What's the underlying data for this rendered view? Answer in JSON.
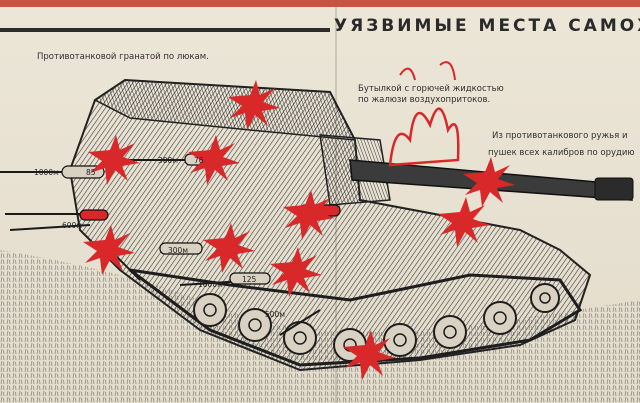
{
  "poster": {
    "title": "УЯЗВИМЫЕ  МЕСТА  САМОХ",
    "captions": {
      "grenade": "Противотанковой гранатой по люкам.",
      "bottle_line1": "Бутылкой с горючей жидкостью",
      "bottle_line2": "по жалюзи воздухопритоков.",
      "rifle_line1": "Из противотанкового ружья и",
      "rifle_line2": "пушек всех калибров по орудию"
    },
    "range_labels": {
      "r1": "1000м",
      "r2": "85",
      "r3": "300м",
      "r4": "76",
      "r5": "600м",
      "r6": "300м",
      "r7": "1000м",
      "r8": "125",
      "r9": "500м"
    },
    "colors": {
      "paper": "#e8e1d2",
      "ink": "#2a2a2a",
      "explosion": "#d8282a",
      "flame": "#d8282a"
    }
  }
}
